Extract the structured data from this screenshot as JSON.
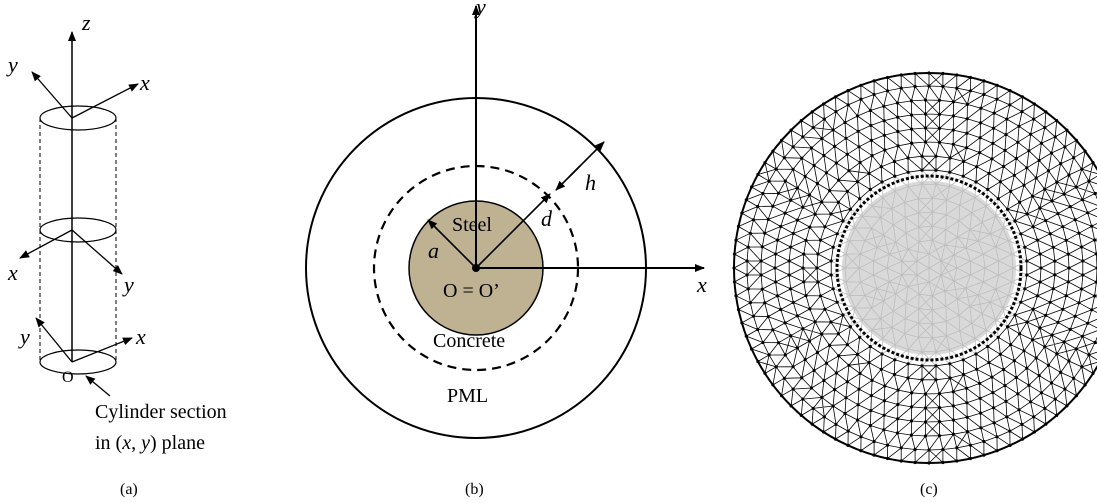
{
  "panel_a": {
    "axis_z": "z",
    "top_x": "x",
    "top_y": "y",
    "mid_x": "x",
    "mid_y": "y",
    "bot_x": "x",
    "bot_y": "y",
    "origin": "O",
    "annotation_line1": "Cylinder section",
    "annotation_prefix": "in (",
    "annotation_var_x": "x",
    "annotation_comma": ", ",
    "annotation_var_y": "y",
    "annotation_suffix": ") plane",
    "caption": "(a)"
  },
  "panel_b": {
    "axis_y": "y",
    "axis_x": "x",
    "steel": "Steel",
    "concrete": "Concrete",
    "pml": "PML",
    "center": "O = O’",
    "radius_a": "a",
    "thickness_d": "d",
    "thickness_h": "h",
    "steel_color": "#bfb293",
    "caption": "(b)"
  },
  "panel_c": {
    "caption": "(c)",
    "mesh_outer_color": "#000000",
    "mesh_inner_color": "#bdbdbd",
    "inner_fill": "#d9d9d9"
  }
}
